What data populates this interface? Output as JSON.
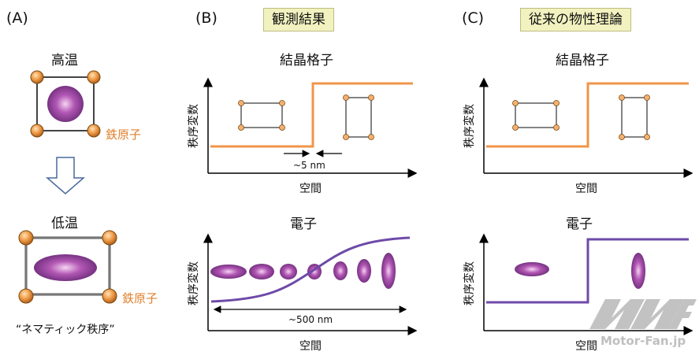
{
  "panels": {
    "a_label": "(A)",
    "b_label": "(B)",
    "c_label": "(C)"
  },
  "titles": {
    "observed": "観測結果",
    "conventional": "従来の物性理論"
  },
  "panel_a": {
    "high_temp": "高温",
    "low_temp": "低温",
    "electron": "電子",
    "iron_atom": "鉄原子",
    "nematic": "“ネマティック秩序”"
  },
  "panel_b": {
    "lattice_title": "結晶格子",
    "electron_title": "電子",
    "order_param": "秩序変数",
    "space": "空間",
    "width_small": "~5 nm",
    "width_large": "~500 nm"
  },
  "panel_c": {
    "lattice_title": "結晶格子",
    "electron_title": "電子",
    "order_param": "秩序変数",
    "space": "空間"
  },
  "watermark": "Motor-Fan.jp",
  "colors": {
    "lattice_step": "#f0954a",
    "electron_step": "#6e4aa8",
    "atom": "#e8923a",
    "electron_blob": "#8a3a92",
    "title_bg": "#f2f2c0"
  }
}
